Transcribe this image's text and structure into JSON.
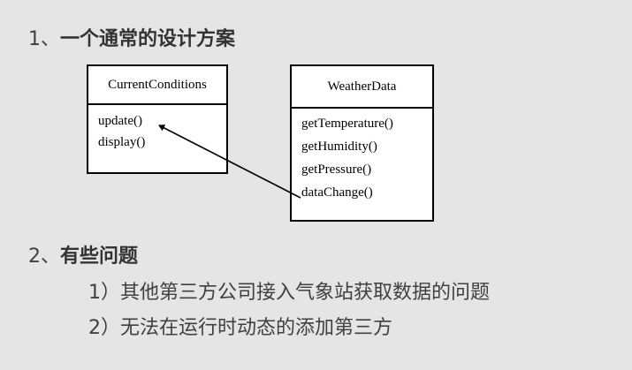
{
  "section1": {
    "number": "1、",
    "title": "一个通常的设计方案"
  },
  "diagram": {
    "current_conditions": {
      "name": "CurrentConditions",
      "methods": [
        "update()",
        "display()"
      ]
    },
    "weather_data": {
      "name": "WeatherData",
      "methods": [
        "getTemperature()",
        "getHumidity()",
        "getPressure()",
        "dataChange()"
      ]
    }
  },
  "section2": {
    "number": "2、",
    "title": "有些问题",
    "items": [
      "1）其他第三方公司接入气象站获取数据的问题",
      "2）无法在运行时动态的添加第三方"
    ]
  }
}
